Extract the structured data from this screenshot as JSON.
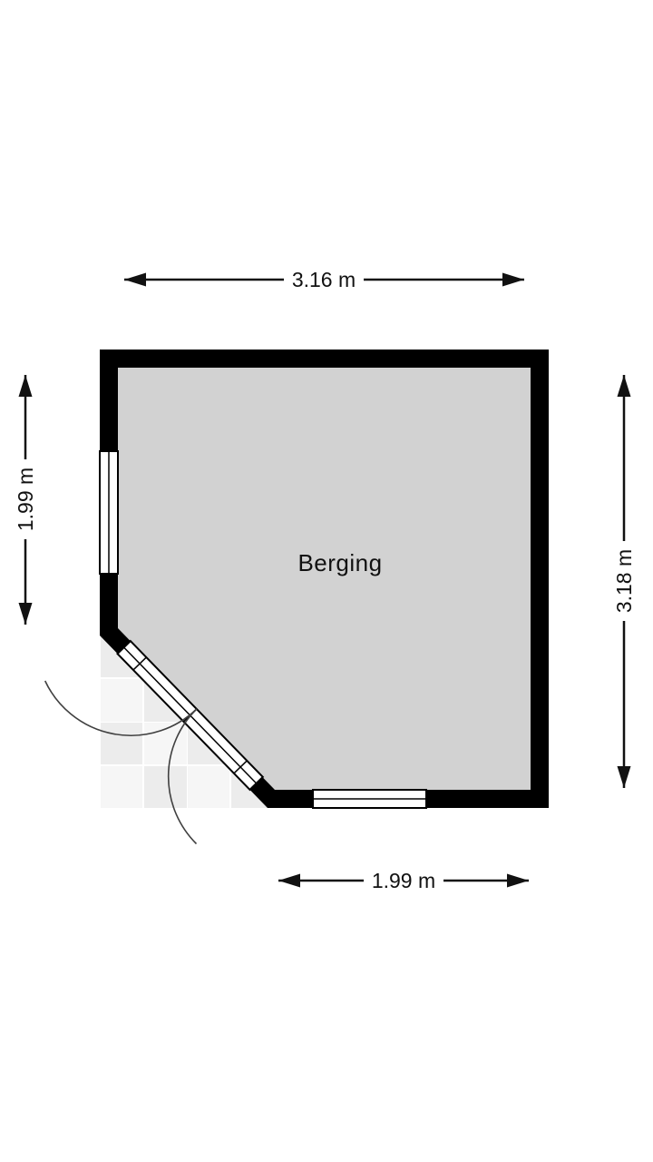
{
  "floorplan": {
    "room": {
      "label": "Berging"
    },
    "dimensions": {
      "top": "3.16 m",
      "left": "1.99 m",
      "right": "3.18 m",
      "bottom": "1.99 m"
    },
    "colors": {
      "wall": "#000000",
      "floor_fill": "#d2d2d2",
      "background": "#ffffff",
      "tile_light": "#f6f6f6",
      "tile_dark": "#ececec",
      "dimension_line": "#111111"
    },
    "features": [
      "window-left",
      "window-bottom",
      "glazed-diagonal-door",
      "door-swing-arcs",
      "patio-tiles"
    ]
  }
}
